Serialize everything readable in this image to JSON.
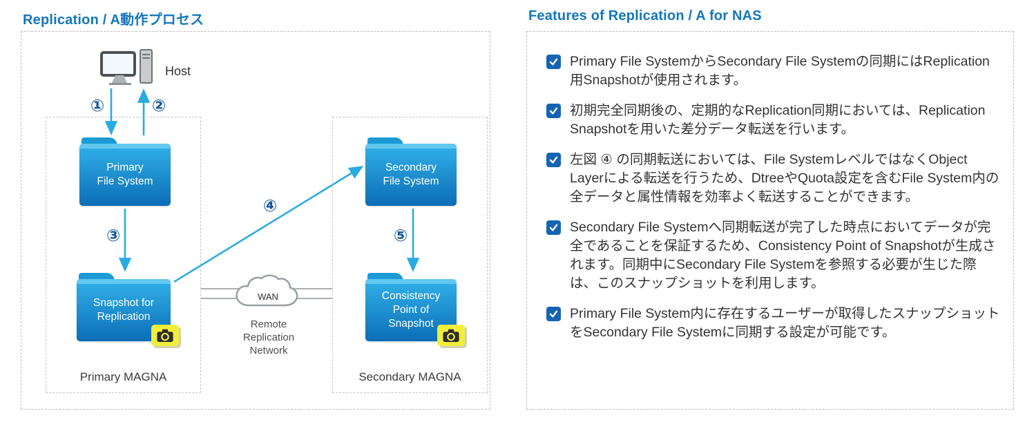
{
  "left_panel": {
    "title": "Replication / A動作プロセス",
    "host_label": "Host",
    "steps": [
      "①",
      "②",
      "③",
      "④",
      "⑤"
    ],
    "folders": {
      "primary": "Primary\nFile System",
      "snapshot": "Snapshot for\nReplication",
      "secondary": "Secondary\nFile System",
      "consistency": "Consistency\nPoint of\nSnapshot"
    },
    "wan_label": "WAN",
    "network_label": "Remote\nReplication\nNetwork",
    "primary_magna_label": "Primary MAGNA",
    "secondary_magna_label": "Secondary MAGNA"
  },
  "right_panel": {
    "title": "Features of Replication / A for NAS",
    "items": [
      "Primary File SystemからSecondary File Systemの同期にはReplication用Snapshotが使用されます。",
      "初期完全同期後の、定期的なReplication同期においては、Replication Snapshotを用いた差分データ転送を行います。",
      "左図 ④ の同期転送においては、File SystemレベルではなくObject Layerによる転送を行うため、DtreeやQuota設定を含むFile System内の全データと属性情報を効率よく転送することができます。",
      "Secondary File Systemへ同期転送が完了した時点においてデータが完全であることを保証するため、Consistency Point of Snapshotが生成されます。同期中にSecondary File Systemを参照する必要が生じた際は、このスナップショットを利用します。",
      "Primary File System内に存在するユーザーが取得したスナップショットをSecondary File Systemに同期する設定が可能です。"
    ]
  },
  "colors": {
    "accent_blue": "#1377be",
    "folder_gradient_top": "#31b2e9",
    "folder_gradient_bottom": "#0c6db6",
    "arrow_blue": "#29abe2",
    "checkbox_blue": "#1464b3",
    "camera_yellow": "#f3ee3a"
  }
}
